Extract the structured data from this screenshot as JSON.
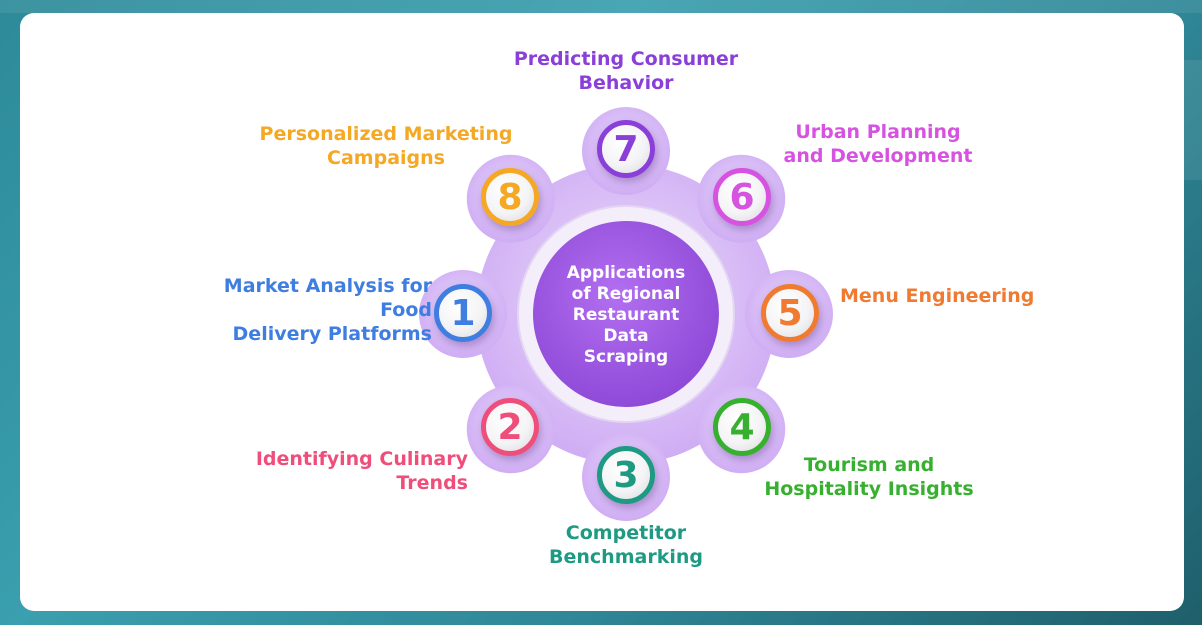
{
  "center": {
    "lines": [
      "Applications",
      "of Regional",
      "Restaurant",
      "Data",
      "Scraping"
    ]
  },
  "colors": {
    "gear": "#d6b8f5",
    "center_fill": "#9f5ae0",
    "n1": "#3f7ee0",
    "n2": "#ef4e7b",
    "n3": "#1e9a83",
    "n4": "#37b030",
    "n5": "#ef7a30",
    "n6": "#d652e0",
    "n7": "#8a3fd8",
    "n8": "#f4a823"
  },
  "items": [
    {
      "number": "1",
      "label_lines": [
        "Market Analysis for Food",
        "Delivery Platforms"
      ]
    },
    {
      "number": "2",
      "label_lines": [
        "Identifying Culinary",
        "Trends"
      ]
    },
    {
      "number": "3",
      "label_lines": [
        "Competitor",
        "Benchmarking"
      ]
    },
    {
      "number": "4",
      "label_lines": [
        "Tourism and",
        "Hospitality Insights"
      ]
    },
    {
      "number": "5",
      "label_lines": [
        "Menu Engineering"
      ]
    },
    {
      "number": "6",
      "label_lines": [
        "Urban Planning",
        "and Development"
      ]
    },
    {
      "number": "7",
      "label_lines": [
        "Predicting Consumer",
        "Behavior"
      ]
    },
    {
      "number": "8",
      "label_lines": [
        "Personalized Marketing",
        "Campaigns"
      ]
    }
  ]
}
